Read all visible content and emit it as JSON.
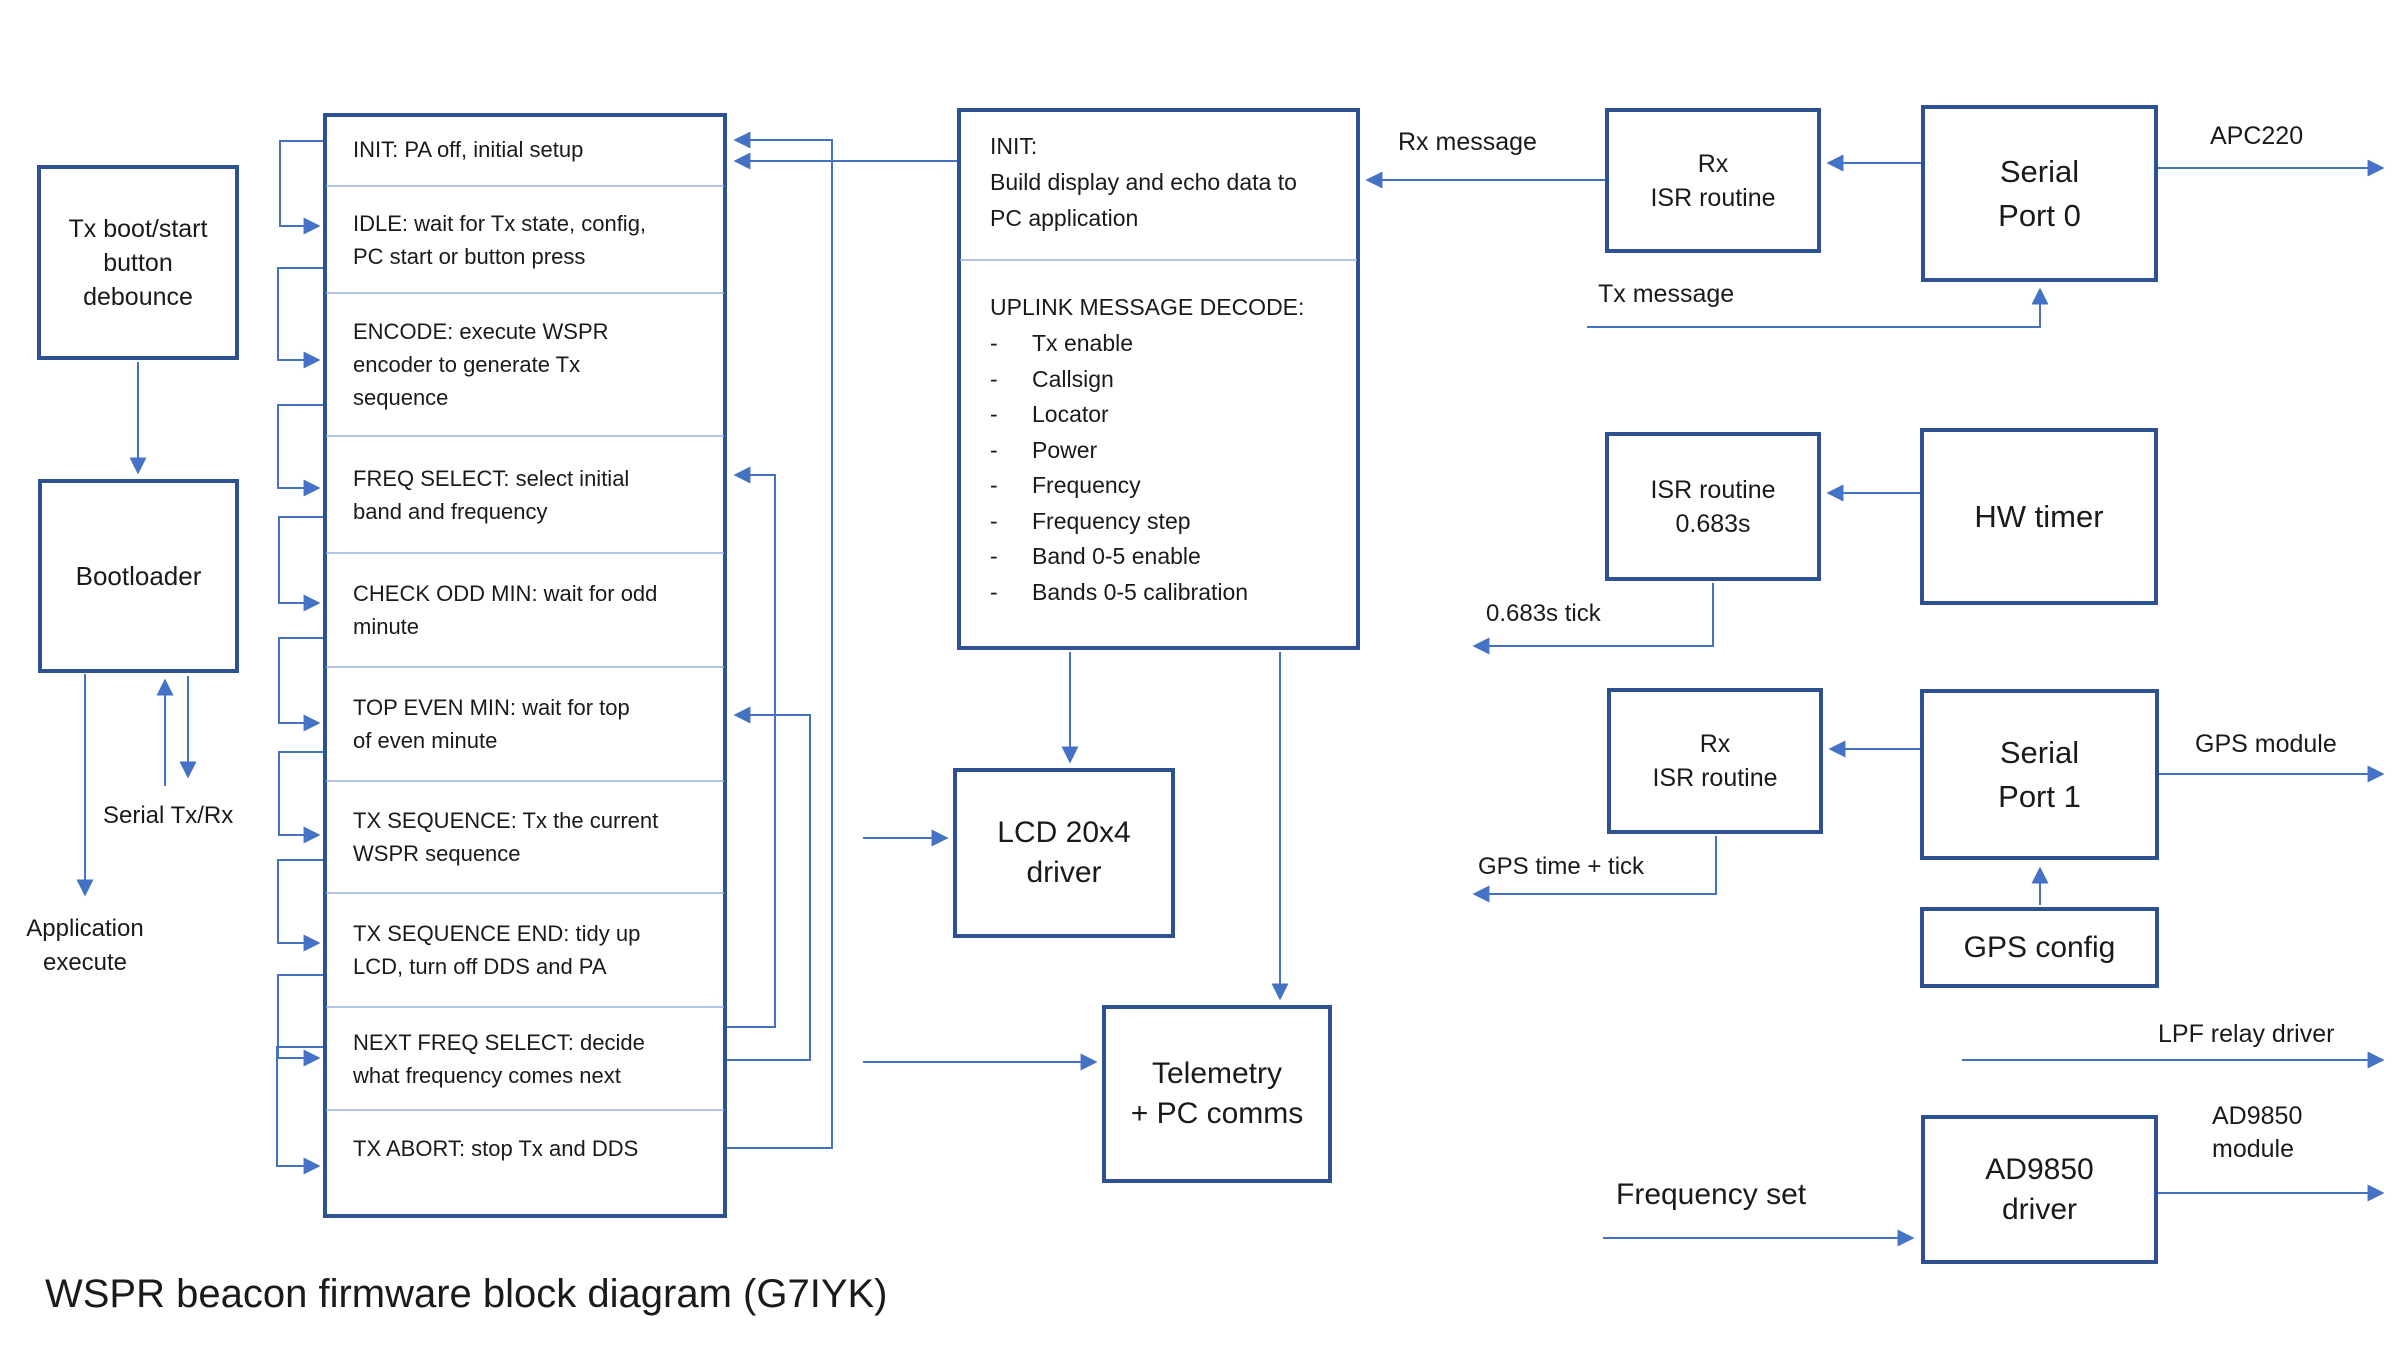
{
  "title": "WSPR beacon firmware block diagram (G7IYK)",
  "colors": {
    "box_border": "#2e5191",
    "connector": "#4472c4",
    "divider": "#93b1df",
    "text": "#1a1a1a",
    "background": "#ffffff"
  },
  "left_column": {
    "tx_boot_box": "Tx boot/start\nbutton\ndebounce",
    "bootloader_box": "Bootloader",
    "application_execute_label": "Application\nexecute",
    "serial_tx_rx_label": "Serial Tx/Rx"
  },
  "state_machine": {
    "rows": [
      "INIT: PA off, initial setup",
      "IDLE: wait for Tx state, config,\nPC start or button press",
      "ENCODE: execute WSPR\nencoder to generate Tx\nsequence",
      "FREQ SELECT: select initial\nband and frequency",
      "CHECK ODD MIN: wait for odd\nminute",
      "TOP EVEN MIN: wait for top\nof even minute",
      "TX SEQUENCE: Tx the current\nWSPR sequence",
      "TX SEQUENCE END: tidy up\nLCD, turn off DDS and PA",
      "NEXT FREQ SELECT: decide\nwhat frequency comes next",
      "TX ABORT: stop Tx and DDS"
    ]
  },
  "decoder_box": {
    "init_lines": "INIT:\nBuild display and echo data to\nPC application",
    "uplink_header": "UPLINK MESSAGE DECODE:",
    "bullet": "-",
    "items": [
      "Tx enable",
      "Callsign",
      "Locator",
      "Power",
      "Frequency",
      "Frequency step",
      "Band 0-5 enable",
      "Bands 0-5 calibration"
    ]
  },
  "drivers": {
    "lcd_box": "LCD 20x4\ndriver",
    "telemetry_box": "Telemetry\n+ PC comms"
  },
  "radio_link": {
    "rx_message_label": "Rx message",
    "tx_message_label": "Tx message",
    "rx_isr_box": "Rx\nISR routine",
    "serial_port0_box": "Serial\nPort 0",
    "apc220_label": "APC220"
  },
  "timer": {
    "isr_box": "ISR routine\n0.683s",
    "hw_timer_box": "HW timer",
    "tick_label": "0.683s tick"
  },
  "gps": {
    "rx_isr_box": "Rx\nISR routine",
    "serial_port1_box": "Serial\nPort 1",
    "gps_module_label": "GPS module",
    "gps_time_label": "GPS time + tick",
    "gps_config_box": "GPS config"
  },
  "dds": {
    "lpf_label": "LPF relay driver",
    "ad9850_box": "AD9850\ndriver",
    "ad9850_module_label": "AD9850\nmodule",
    "frequency_set_label": "Frequency set"
  }
}
